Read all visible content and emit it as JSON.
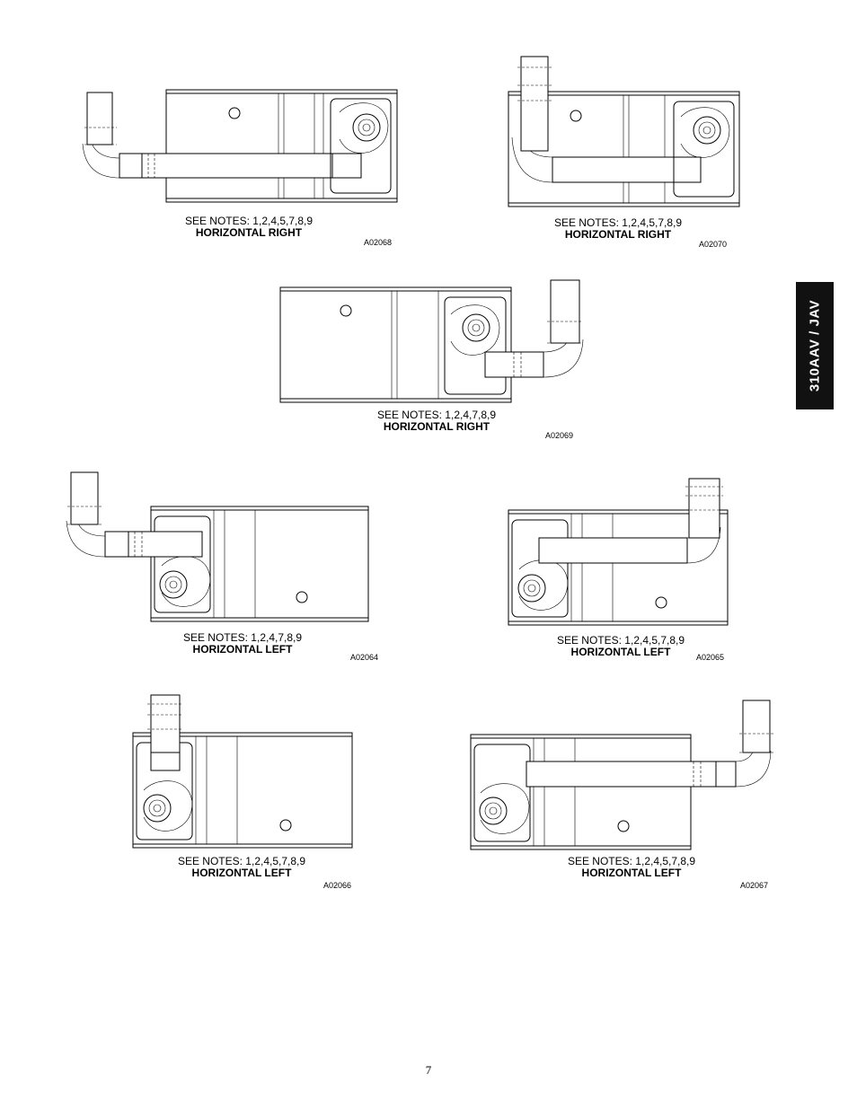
{
  "side_tab": {
    "label": "310AAV / JAV"
  },
  "page_number": "7",
  "figures": [
    {
      "notes": "SEE NOTES: 1,2,4,5,7,8,9",
      "title": "HORIZONTAL RIGHT",
      "code": "A02068"
    },
    {
      "notes": "SEE NOTES: 1,2,4,5,7,8,9",
      "title": "HORIZONTAL RIGHT",
      "code": "A02070"
    },
    {
      "notes": "SEE NOTES: 1,2,4,7,8,9",
      "title": "HORIZONTAL RIGHT",
      "code": "A02069"
    },
    {
      "notes": "SEE NOTES: 1,2,4,7,8,9",
      "title": "HORIZONTAL LEFT",
      "code": "A02064"
    },
    {
      "notes": "SEE NOTES: 1,2,4,5,7,8,9",
      "title": "HORIZONTAL LEFT",
      "code": "A02065"
    },
    {
      "notes": "SEE NOTES: 1,2,4,5,7,8,9",
      "title": "HORIZONTAL LEFT",
      "code": "A02066"
    },
    {
      "notes": "SEE NOTES: 1,2,4,5,7,8,9",
      "title": "HORIZONTAL LEFT",
      "code": "A02067"
    }
  ]
}
